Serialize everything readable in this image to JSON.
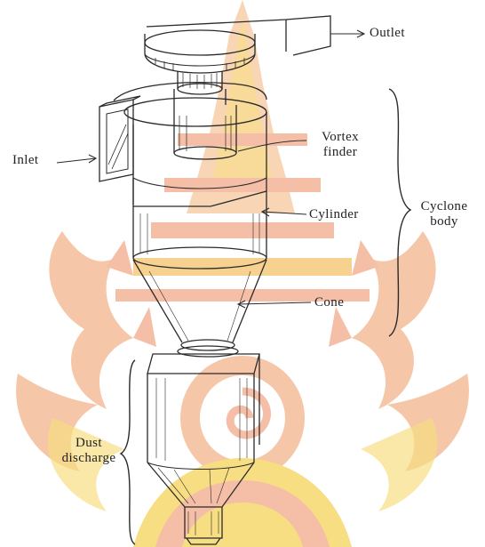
{
  "diagram": {
    "labels": {
      "outlet": "Outlet",
      "inlet": "Inlet",
      "vortex_finder": [
        "Vortex",
        "finder"
      ],
      "cylinder": "Cylinder",
      "cyclone_body": [
        "Cyclone",
        "body"
      ],
      "cone": "Cone",
      "dust_discharge": [
        "Dust",
        "discharge"
      ]
    },
    "colors": {
      "ink": "#2a2a2a",
      "watermark_orange": "#f2b38a",
      "watermark_gold": "#f5d35a",
      "watermark_pink": "#f3c7c7"
    }
  }
}
